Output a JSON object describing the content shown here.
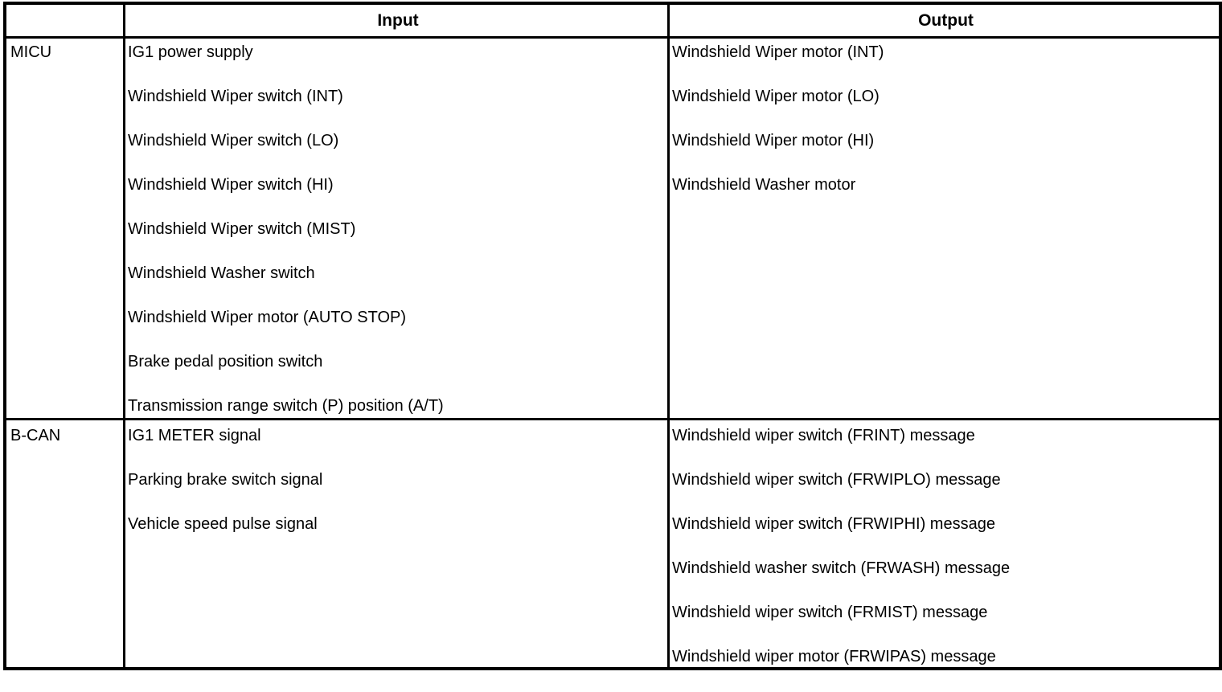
{
  "document": {
    "type": "table",
    "title": "Input / Output table"
  },
  "table": {
    "headers": {
      "row_label": "",
      "input": "Input",
      "output": "Output"
    },
    "rows": [
      {
        "label": "MICU",
        "input": [
          "IG1 power supply",
          "Windshield Wiper switch (INT)",
          "Windshield Wiper switch (LO)",
          "Windshield Wiper switch (HI)",
          "Windshield Wiper switch (MIST)",
          "Windshield Washer switch",
          "Windshield Wiper motor (AUTO STOP)",
          "Brake pedal position switch",
          "Transmission range switch (P) position (A/T)"
        ],
        "output": [
          "Windshield Wiper motor (INT)",
          "Windshield Wiper motor (LO)",
          "Windshield Wiper motor (HI)",
          "Windshield Washer motor"
        ]
      },
      {
        "label": "B-CAN",
        "input": [
          "IG1 METER signal",
          "Parking brake switch signal",
          "Vehicle speed pulse signal"
        ],
        "output": [
          "Windshield wiper switch (FRINT) message",
          "Windshield wiper switch (FRWIPLO) message",
          "Windshield wiper switch (FRWIPHI) message",
          "Windshield washer switch (FRWASH) message",
          "Windshield wiper switch (FRMIST) message",
          "Windshield wiper motor (FRWIPAS) message"
        ]
      }
    ]
  },
  "colors": {
    "text": "#000000",
    "background": "#ffffff",
    "border": "#000000"
  }
}
